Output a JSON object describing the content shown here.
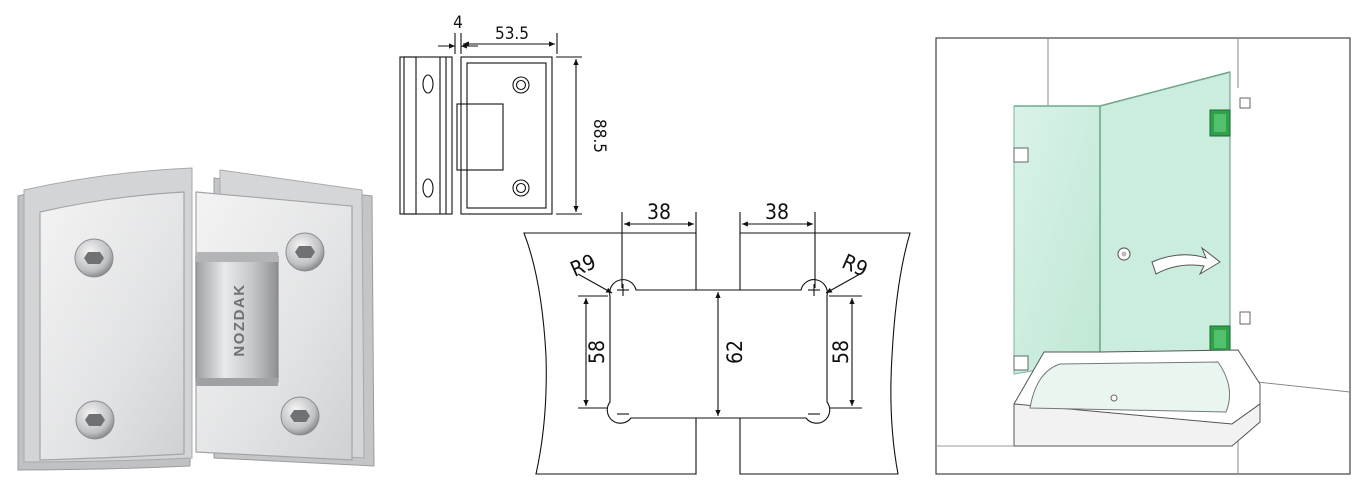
{
  "product": {
    "brand_engraving": "NOZDAK"
  },
  "hinge_drawing": {
    "dim_leaf_thickness": "4",
    "dim_width": "53.5",
    "dim_height": "88.5"
  },
  "glass_cutout": {
    "dim_left_offset": "38",
    "dim_right_offset": "38",
    "radius_left": "R9",
    "radius_right": "R9",
    "dim_left_height": "58",
    "dim_center_height": "62",
    "dim_right_height": "58"
  },
  "colors": {
    "line": "#111111",
    "steel_light": "#e9e9ea",
    "steel_mid": "#c9cacc",
    "steel_dark": "#8f9194",
    "glass": "#cfeee0",
    "hinge_green": "#2ea14a"
  }
}
